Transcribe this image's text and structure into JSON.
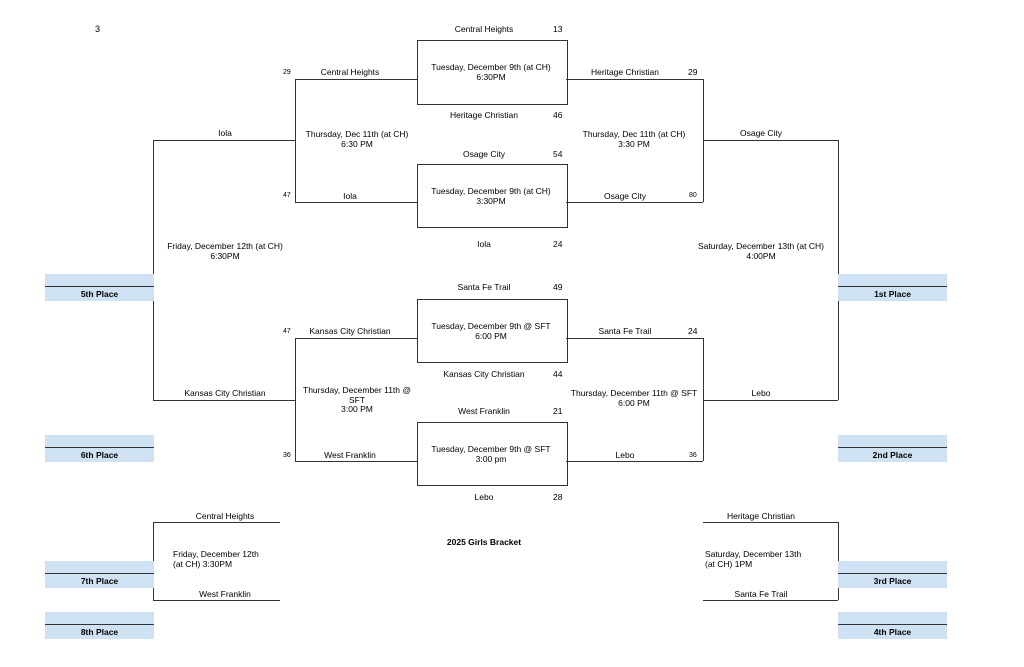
{
  "page_number": "3",
  "title": "2025 Girls Bracket",
  "places": [
    "5th Place",
    "6th Place",
    "7th Place",
    "8th Place",
    "1st Place",
    "2nd Place",
    "3rd Place",
    "4th Place"
  ],
  "qf": [
    {
      "top_team": "Central Heights",
      "top_score": "13",
      "date": "Tuesday, December 9th (at CH)",
      "time": "6:30PM",
      "bottom_team": "Heritage Christian",
      "bottom_score": "46"
    },
    {
      "top_team": "Osage City",
      "top_score": "54",
      "date": "Tuesday, December 9th (at CH)",
      "time": "3:30PM",
      "bottom_team": "Iola",
      "bottom_score": "24"
    },
    {
      "top_team": "Santa Fe Trail",
      "top_score": "49",
      "date": "Tuesday, December 9th @ SFT",
      "time": "6:00 PM",
      "bottom_team": "Kansas City Christian",
      "bottom_score": "44"
    },
    {
      "top_team": "West Franklin",
      "top_score": "21",
      "date": "Tuesday, December 9th @ SFT",
      "time": "3:00 pm",
      "bottom_team": "Lebo",
      "bottom_score": "28"
    }
  ],
  "cons": [
    {
      "top_team": "Central Heights",
      "top_score": "29",
      "bottom_team": "Iola",
      "bottom_score": "47",
      "game": "Thursday, Dec 11th (at CH)",
      "time": "6:30 PM"
    },
    {
      "top_team": "Kansas City Christian",
      "top_score": "47",
      "bottom_team": "West Franklin",
      "bottom_score": "36",
      "game": "Thursday, December 11th @",
      "game2": "SFT",
      "time": "3:00 PM"
    }
  ],
  "semis": [
    {
      "top_team": "Heritage Christian",
      "top_score": "29",
      "bottom_team": "Osage City",
      "bottom_score": "80",
      "game": "Thursday, Dec 11th (at CH)",
      "time": "3:30 PM"
    },
    {
      "top_team": "Santa Fe Trail",
      "top_score": "24",
      "bottom_team": "Lebo",
      "bottom_score": "36",
      "game": "Thursday, December 11th  @ SFT",
      "time": "6:00 PM"
    }
  ],
  "fifth": {
    "top_team": "Iola",
    "bottom_team": "Kansas City Christian",
    "game": "Friday, December 12th (at CH)",
    "time": "6:30PM"
  },
  "first": {
    "top_team": "Osage City",
    "bottom_team": "Lebo",
    "game": "Saturday, December 13th (at CH)",
    "time": "4:00PM"
  },
  "seventh": {
    "top_team": "Central Heights",
    "bottom_team": "West Franklin",
    "game": "Friday, December 12th",
    "time": "(at CH) 3:30PM"
  },
  "third": {
    "top_team": "Heritage Christian",
    "bottom_team": "Santa Fe Trail",
    "game": "Saturday, December 13th",
    "time": "(at CH) 1PM"
  }
}
